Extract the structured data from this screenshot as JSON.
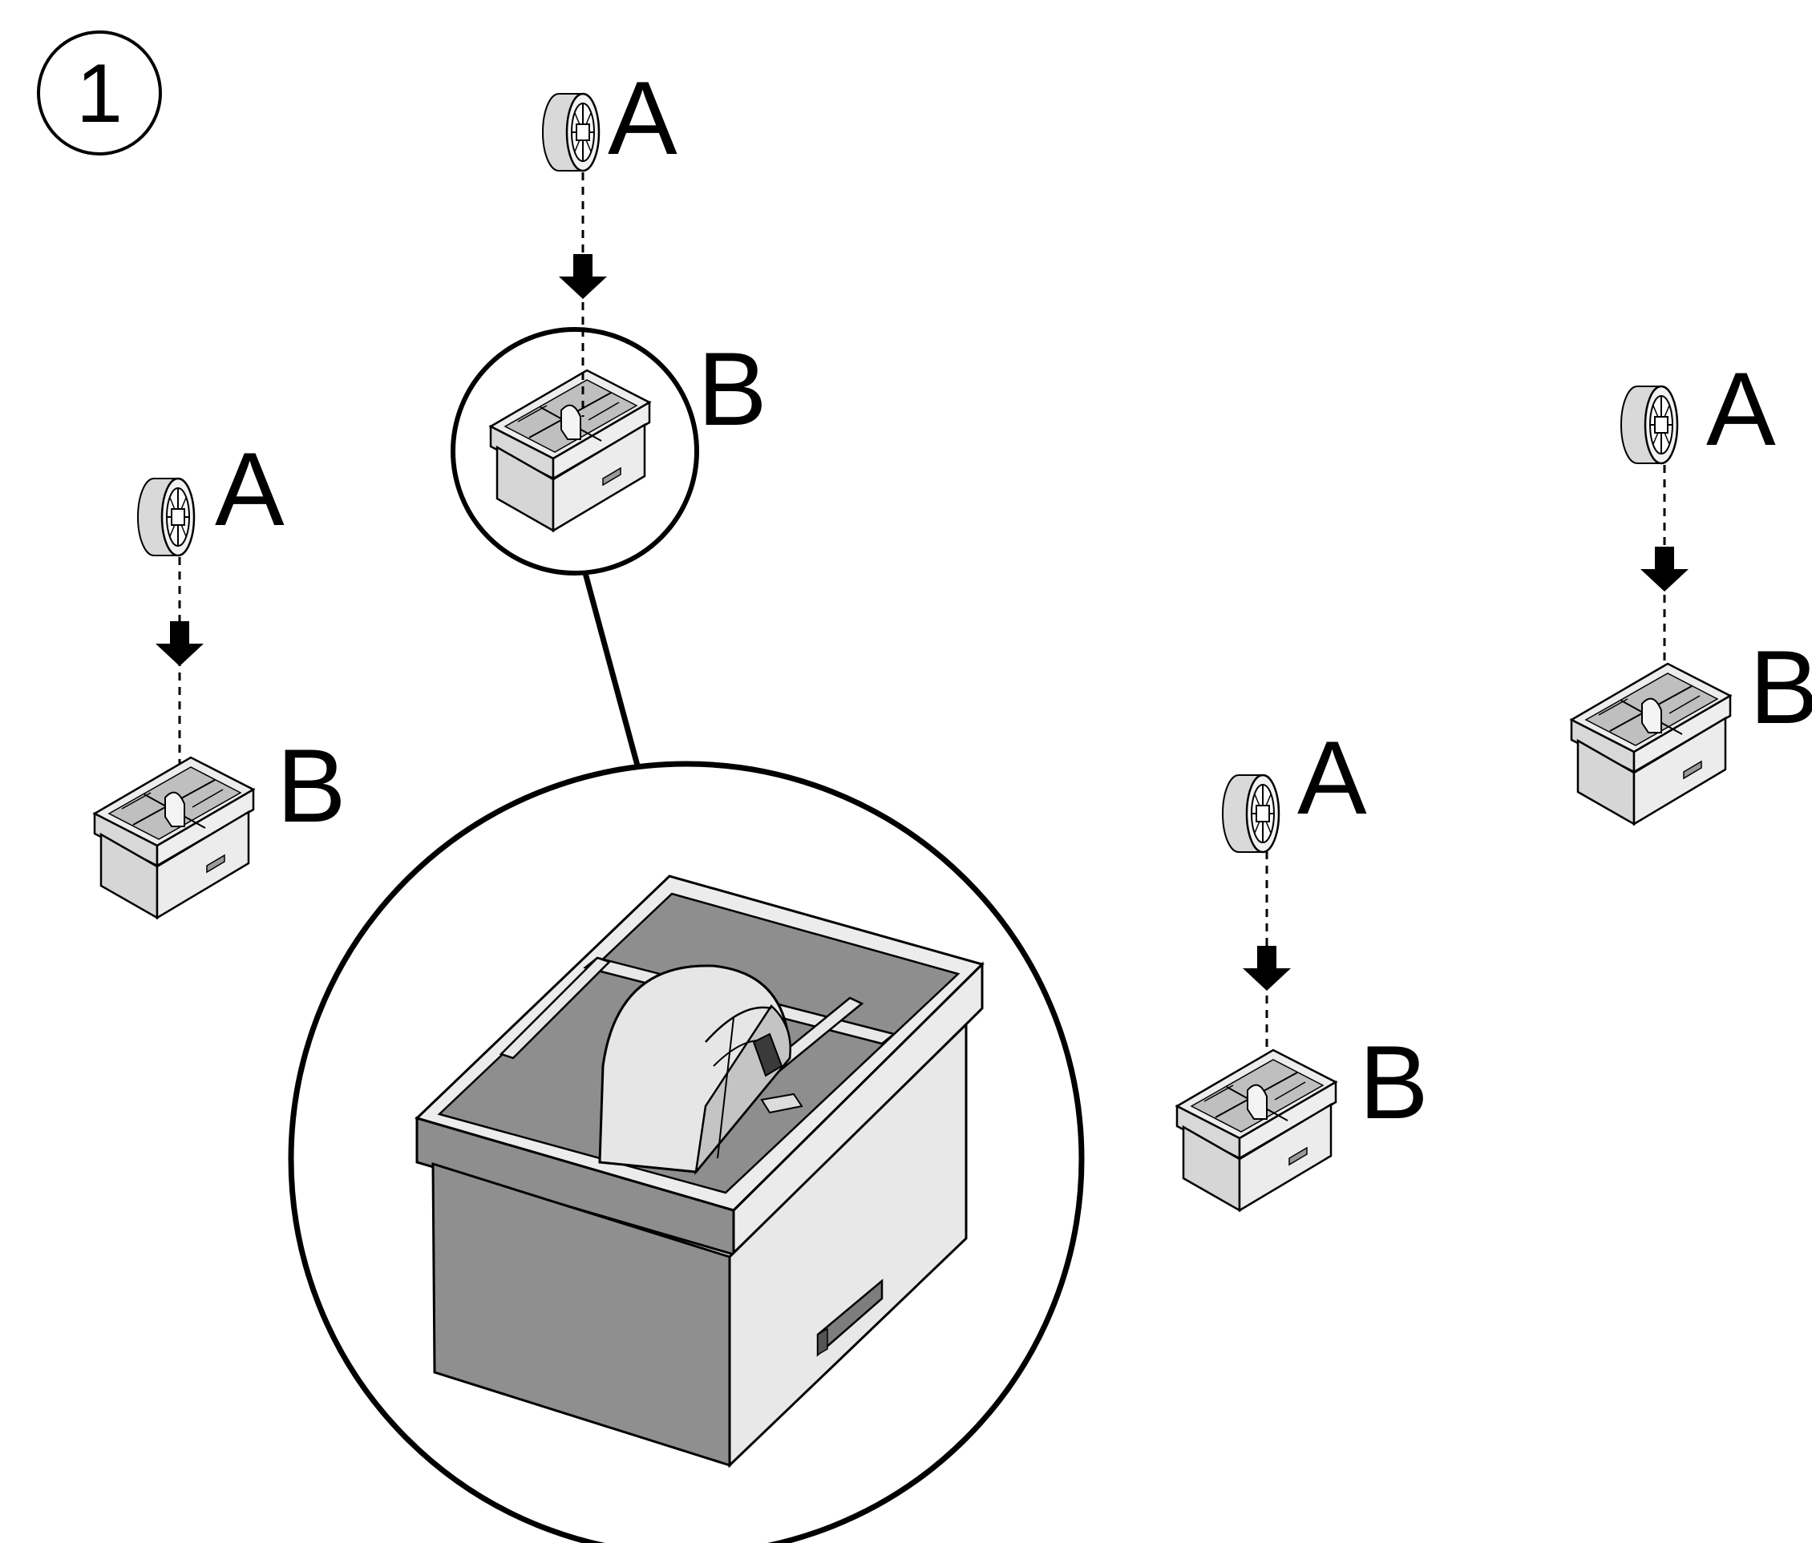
{
  "step": {
    "number": "1"
  },
  "labels": {
    "part_a": "A",
    "part_b": "B"
  },
  "colors": {
    "line": "#000000",
    "face_light": "#eeeeee",
    "face_mid": "#d0d0d0",
    "face_dark": "#8f8f8f",
    "background": "#ffffff"
  },
  "icons": {
    "caster": "caster-wheel-icon",
    "housing": "wheel-housing-icon",
    "arrow": "down-arrow-icon",
    "zoom": "magnifier-callout-icon"
  }
}
